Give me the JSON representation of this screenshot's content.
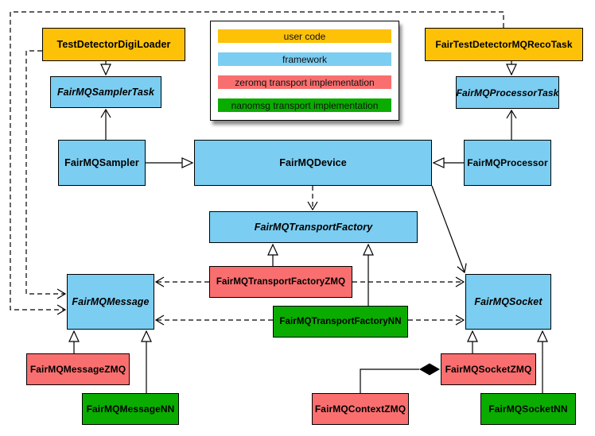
{
  "colors": {
    "user_code": "#fdc107",
    "framework": "#7bcdf1",
    "zeromq": "#f96f6f",
    "nanomsg": "#0aac00",
    "line": "#000000",
    "background": "#ffffff"
  },
  "legend": {
    "items": [
      {
        "label": "user code",
        "color": "#fdc107"
      },
      {
        "label": "framework",
        "color": "#7bcdf1"
      },
      {
        "label": "zeromq transport implementation",
        "color": "#f96f6f"
      },
      {
        "label": "nanomsg transport implementation",
        "color": "#0aac00"
      }
    ]
  },
  "nodes": {
    "testDetectorDigiLoader": {
      "label": "TestDetectorDigiLoader",
      "color": "#fdc107",
      "category": "user code",
      "abstract": false
    },
    "fairTestDetectorMQRecoTask": {
      "label": "FairTestDetectorMQRecoTask",
      "color": "#fdc107",
      "category": "user code",
      "abstract": false
    },
    "fairMQSamplerTask": {
      "label": "FairMQSamplerTask",
      "color": "#7bcdf1",
      "category": "framework",
      "abstract": true
    },
    "fairMQProcessorTask": {
      "label": "FairMQProcessorTask",
      "color": "#7bcdf1",
      "category": "framework",
      "abstract": true
    },
    "fairMQSampler": {
      "label": "FairMQSampler",
      "color": "#7bcdf1",
      "category": "framework",
      "abstract": false
    },
    "fairMQDevice": {
      "label": "FairMQDevice",
      "color": "#7bcdf1",
      "category": "framework",
      "abstract": false
    },
    "fairMQProcessor": {
      "label": "FairMQProcessor",
      "color": "#7bcdf1",
      "category": "framework",
      "abstract": false
    },
    "fairMQTransportFactory": {
      "label": "FairMQTransportFactory",
      "color": "#7bcdf1",
      "category": "framework",
      "abstract": true
    },
    "fairMQTransportFactoryZMQ": {
      "label": "FairMQTransportFactoryZMQ",
      "color": "#f96f6f",
      "category": "zeromq transport implementation",
      "abstract": false
    },
    "fairMQTransportFactoryNN": {
      "label": "FairMQTransportFactoryNN",
      "color": "#0aac00",
      "category": "nanomsg transport implementation",
      "abstract": false
    },
    "fairMQMessage": {
      "label": "FairMQMessage",
      "color": "#7bcdf1",
      "category": "framework",
      "abstract": true
    },
    "fairMQSocket": {
      "label": "FairMQSocket",
      "color": "#7bcdf1",
      "category": "framework",
      "abstract": true
    },
    "fairMQMessageZMQ": {
      "label": "FairMQMessageZMQ",
      "color": "#f96f6f",
      "category": "zeromq transport implementation",
      "abstract": false
    },
    "fairMQMessageNN": {
      "label": "FairMQMessageNN",
      "color": "#0aac00",
      "category": "nanomsg transport implementation",
      "abstract": false
    },
    "fairMQContextZMQ": {
      "label": "FairMQContextZMQ",
      "color": "#f96f6f",
      "category": "zeromq transport implementation",
      "abstract": false
    },
    "fairMQSocketZMQ": {
      "label": "FairMQSocketZMQ",
      "color": "#f96f6f",
      "category": "zeromq transport implementation",
      "abstract": false
    },
    "fairMQSocketNN": {
      "label": "FairMQSocketNN",
      "color": "#0aac00",
      "category": "nanomsg transport implementation",
      "abstract": false
    }
  },
  "edges": [
    {
      "from": "TestDetectorDigiLoader",
      "to": "FairMQSamplerTask",
      "type": "inheritance"
    },
    {
      "from": "FairTestDetectorMQRecoTask",
      "to": "FairMQProcessorTask",
      "type": "inheritance"
    },
    {
      "from": "FairMQSampler",
      "to": "FairMQDevice",
      "type": "inheritance"
    },
    {
      "from": "FairMQProcessor",
      "to": "FairMQDevice",
      "type": "inheritance"
    },
    {
      "from": "FairMQSampler",
      "to": "FairMQSamplerTask",
      "type": "association"
    },
    {
      "from": "FairMQProcessor",
      "to": "FairMQProcessorTask",
      "type": "association"
    },
    {
      "from": "FairMQDevice",
      "to": "FairMQSocket",
      "type": "association"
    },
    {
      "from": "FairMQDevice",
      "to": "FairMQTransportFactory",
      "type": "dependency"
    },
    {
      "from": "TestDetectorDigiLoader",
      "to": "FairMQMessage",
      "type": "dependency"
    },
    {
      "from": "FairTestDetectorMQRecoTask",
      "to": "FairMQMessage",
      "type": "dependency"
    },
    {
      "from": "FairMQTransportFactoryZMQ",
      "to": "FairMQTransportFactory",
      "type": "inheritance"
    },
    {
      "from": "FairMQTransportFactoryNN",
      "to": "FairMQTransportFactory",
      "type": "inheritance"
    },
    {
      "from": "FairMQTransportFactoryZMQ",
      "to": "FairMQMessage",
      "type": "dependency"
    },
    {
      "from": "FairMQTransportFactoryZMQ",
      "to": "FairMQSocket",
      "type": "dependency"
    },
    {
      "from": "FairMQTransportFactoryNN",
      "to": "FairMQMessage",
      "type": "dependency"
    },
    {
      "from": "FairMQTransportFactoryNN",
      "to": "FairMQSocket",
      "type": "dependency"
    },
    {
      "from": "FairMQMessageZMQ",
      "to": "FairMQMessage",
      "type": "inheritance"
    },
    {
      "from": "FairMQMessageNN",
      "to": "FairMQMessage",
      "type": "inheritance"
    },
    {
      "from": "FairMQSocketZMQ",
      "to": "FairMQSocket",
      "type": "inheritance"
    },
    {
      "from": "FairMQSocketNN",
      "to": "FairMQSocket",
      "type": "inheritance"
    },
    {
      "from": "FairMQSocketZMQ",
      "to": "FairMQContextZMQ",
      "type": "composition"
    }
  ]
}
